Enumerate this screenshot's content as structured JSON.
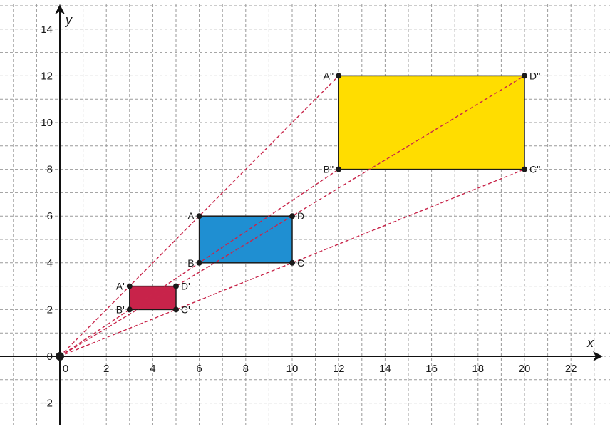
{
  "axes": {
    "x_label": "x",
    "y_label": "y",
    "x_range": [
      -2.5,
      23.5
    ],
    "y_range": [
      -3,
      15
    ],
    "x_ticks": [
      {
        "value": 0,
        "label": "0"
      },
      {
        "value": 2,
        "label": "2"
      },
      {
        "value": 4,
        "label": "4"
      },
      {
        "value": 6,
        "label": "6"
      },
      {
        "value": 8,
        "label": "8"
      },
      {
        "value": 10,
        "label": "10"
      },
      {
        "value": 12,
        "label": "12"
      },
      {
        "value": 14,
        "label": "14"
      },
      {
        "value": 16,
        "label": "16"
      },
      {
        "value": 18,
        "label": "18"
      },
      {
        "value": 20,
        "label": "20"
      },
      {
        "value": 22,
        "label": "22"
      }
    ],
    "y_ticks": [
      {
        "value": -2,
        "label": "−2"
      },
      {
        "value": 0,
        "label": "0"
      },
      {
        "value": 2,
        "label": "2"
      },
      {
        "value": 4,
        "label": "4"
      },
      {
        "value": 6,
        "label": "6"
      },
      {
        "value": 8,
        "label": "8"
      },
      {
        "value": 10,
        "label": "10"
      },
      {
        "value": 12,
        "label": "12"
      },
      {
        "value": 14,
        "label": "14"
      }
    ]
  },
  "colors": {
    "grid": "#9a9a9a",
    "axis": "#111111",
    "ray": "#c8254a",
    "point": "#1a1a1a",
    "small_rect": "#c8234a",
    "medium_rect": "#1f8fd2",
    "large_rect": "#ffdd00"
  },
  "rectangles": [
    {
      "name": "small-rectangle",
      "fill_key": "small_rect",
      "x1": 3,
      "y1": 2,
      "x2": 5,
      "y2": 3
    },
    {
      "name": "medium-rectangle",
      "fill_key": "medium_rect",
      "x1": 6,
      "y1": 4,
      "x2": 10,
      "y2": 6
    },
    {
      "name": "large-rectangle",
      "fill_key": "large_rect",
      "x1": 12,
      "y1": 8,
      "x2": 20,
      "y2": 12
    }
  ],
  "rays": [
    {
      "to": [
        12,
        12
      ]
    },
    {
      "to": [
        12,
        8
      ]
    },
    {
      "to": [
        20,
        12
      ]
    },
    {
      "to": [
        20,
        8
      ]
    }
  ],
  "points": [
    {
      "id": "A1",
      "label": "A'",
      "x": 3,
      "y": 3,
      "side": "left"
    },
    {
      "id": "B1",
      "label": "B'",
      "x": 3,
      "y": 2,
      "side": "left"
    },
    {
      "id": "C1",
      "label": "C'",
      "x": 5,
      "y": 2,
      "side": "right"
    },
    {
      "id": "D1",
      "label": "D'",
      "x": 5,
      "y": 3,
      "side": "right"
    },
    {
      "id": "A",
      "label": "A",
      "x": 6,
      "y": 6,
      "side": "left"
    },
    {
      "id": "B",
      "label": "B",
      "x": 6,
      "y": 4,
      "side": "left"
    },
    {
      "id": "C",
      "label": "C",
      "x": 10,
      "y": 4,
      "side": "right"
    },
    {
      "id": "D",
      "label": "D",
      "x": 10,
      "y": 6,
      "side": "right"
    },
    {
      "id": "A2",
      "label": "A''",
      "x": 12,
      "y": 12,
      "side": "left"
    },
    {
      "id": "B2",
      "label": "B''",
      "x": 12,
      "y": 8,
      "side": "left"
    },
    {
      "id": "C2",
      "label": "C''",
      "x": 20,
      "y": 8,
      "side": "right"
    },
    {
      "id": "D2",
      "label": "D''",
      "x": 20,
      "y": 12,
      "side": "right"
    }
  ],
  "origin_point": {
    "x": 0,
    "y": 0
  }
}
